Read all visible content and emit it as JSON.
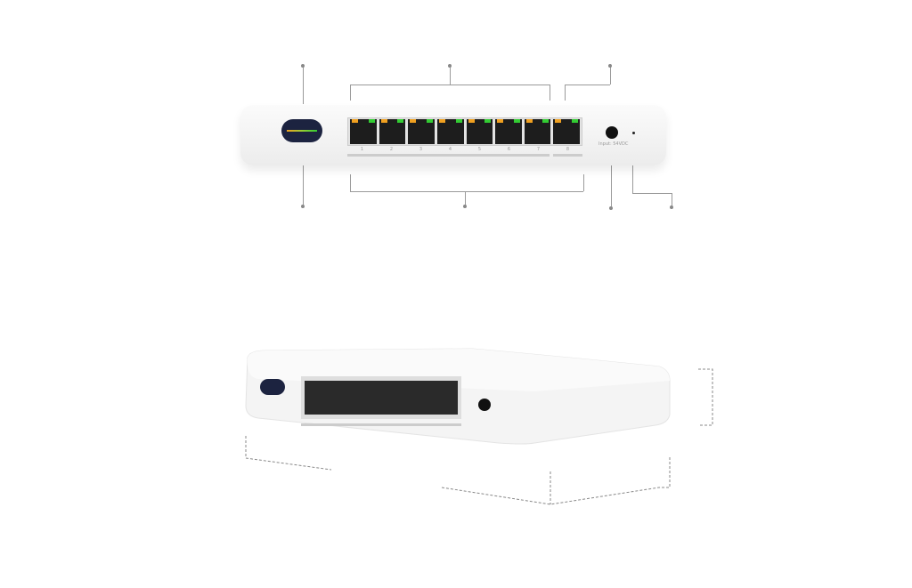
{
  "front_view": {
    "ports": [
      {
        "label": "1"
      },
      {
        "label": "2"
      },
      {
        "label": "3"
      },
      {
        "label": "4"
      },
      {
        "label": "5"
      },
      {
        "label": "6"
      },
      {
        "label": "7"
      },
      {
        "label": "8"
      }
    ],
    "power_label": "Input: 54VDC",
    "colors": {
      "link_led": "#33cc33",
      "activity_led": "#f0a020",
      "display_bg": "#1c2340"
    }
  }
}
